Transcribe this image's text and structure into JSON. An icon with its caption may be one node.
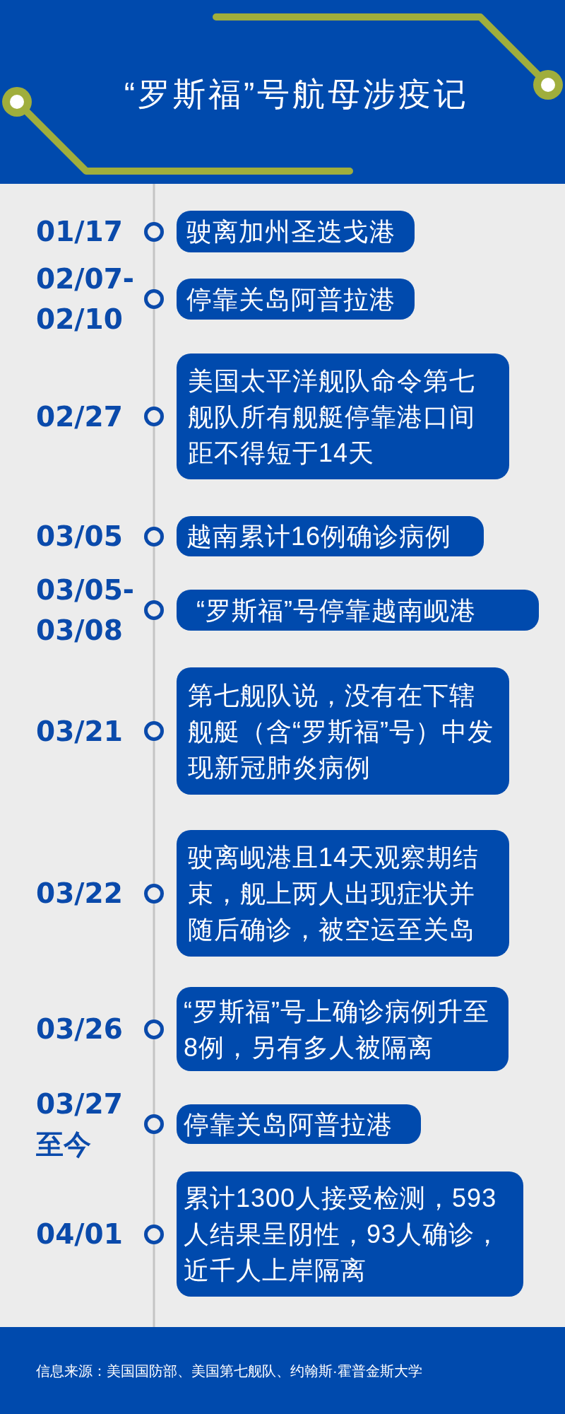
{
  "diagram": {
    "title": "“罗斯福”号航母涉疫记",
    "nodes": [
      {
        "text": [
          "驶离加州圣迭戈港"
        ],
        "beside": [
          "01/17"
        ]
      },
      {
        "text": [
          "停靠关岛阿普拉港"
        ],
        "beside": [
          "02/07- 02/10"
        ]
      },
      {
        "text": [
          "美国太平洋舰队命令第七舰队所有舰艇停靠港口间距不得短于14天"
        ],
        "beside": [
          "02/27"
        ]
      },
      {
        "text": [
          "越南累计16例确诊病例"
        ],
        "beside": [
          "03/05"
        ]
      },
      {
        "text": [
          "“罗斯福”号停靠越南岘港"
        ],
        "beside": [
          "03/05- 03/08"
        ]
      },
      {
        "text": [
          "第七舰队说，没有在下辖舰艇（含“罗斯福”号）中发现新冠肺炎病例"
        ],
        "beside": [
          "03/21"
        ]
      },
      {
        "text": [
          "驶离岘港且14天观察期结束，舰上两人出现症状并随后确诊，被空运至关岛"
        ],
        "beside": [
          "03/22"
        ]
      },
      {
        "text": [
          "“罗斯福”号上确诊病例升至8例，另有多人被隔离"
        ],
        "beside": [
          "03/26"
        ]
      },
      {
        "text": [
          "停靠关岛阿普拉港"
        ],
        "beside": [
          "03/27 至今"
        ]
      },
      {
        "text": [
          "累计1300人接受检测，593人结果呈阴性，93人确诊，近千人上岸隔离"
        ],
        "beside": [
          "04/01"
        ]
      }
    ],
    "labels": [
      "信息来源：美国国防部、美国第七舰队、约翰斯·霍普金斯大学"
    ]
  }
}
